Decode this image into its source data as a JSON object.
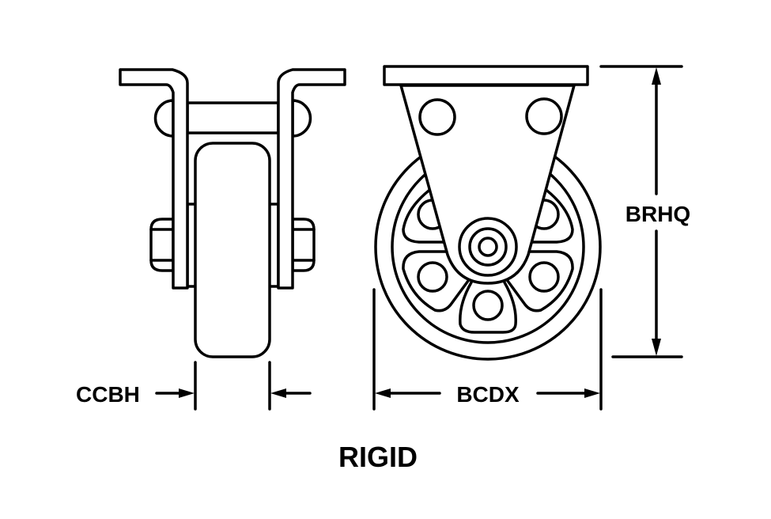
{
  "diagram": {
    "title": "RIGID",
    "dimensions": {
      "wheel_width": "CCBH",
      "wheel_diameter": "BCDX",
      "overall_height": "BRHQ"
    },
    "colors": {
      "line": "#000000",
      "background": "#ffffff"
    }
  }
}
